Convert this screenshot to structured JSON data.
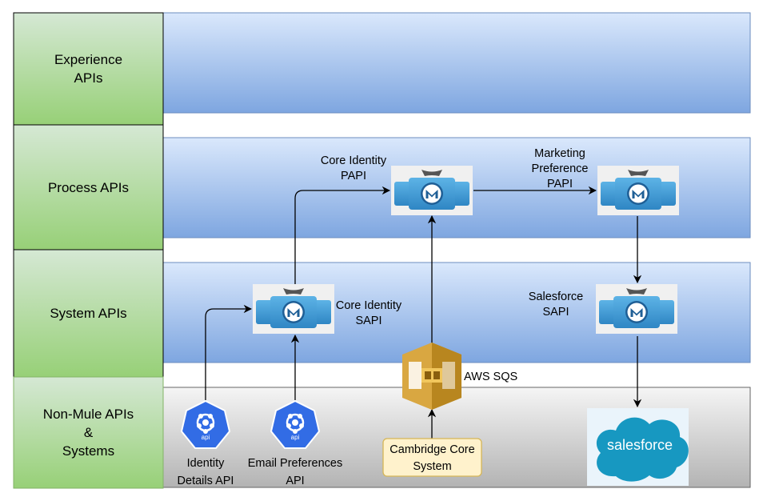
{
  "lanes": [
    {
      "label": "Experience\nAPIs"
    },
    {
      "label": "Process APIs"
    },
    {
      "label": "System APIs"
    },
    {
      "label": "Non-Mule APIs\n&\nSystems"
    }
  ],
  "nodes": {
    "core_identity_papi": "Core Identity\nPAPI",
    "marketing_preference_papi": "Marketing\nPreference\nPAPI",
    "core_identity_sapi": "Core Identity\nSAPI",
    "salesforce_sapi": "Salesforce\nSAPI",
    "aws_sqs": "AWS SQS",
    "identity_details_api": "Identity\nDetails API",
    "email_preferences_api": "Email Preferences\nAPI",
    "cambridge_core_system": "Cambridge Core\nSystem",
    "api_icon_text": "api",
    "salesforce_logo_text": "salesforce"
  },
  "colors": {
    "lane_label_fill_top": "#d5e8d4",
    "lane_label_fill_bottom": "#97d077",
    "lane_border": "#82b366",
    "band_blue_top": "#dae8fc",
    "band_blue_bottom": "#7ea6e0",
    "band_gray_top": "#f5f5f5",
    "band_gray_bottom": "#b3b3b3",
    "mule_blue": "#3e9bd6",
    "k8s_blue": "#326ce5",
    "sqs_gold": "#d9a741",
    "note_fill": "#fff2cc",
    "note_border": "#d6b656",
    "salesforce_blue": "#1798c1"
  }
}
